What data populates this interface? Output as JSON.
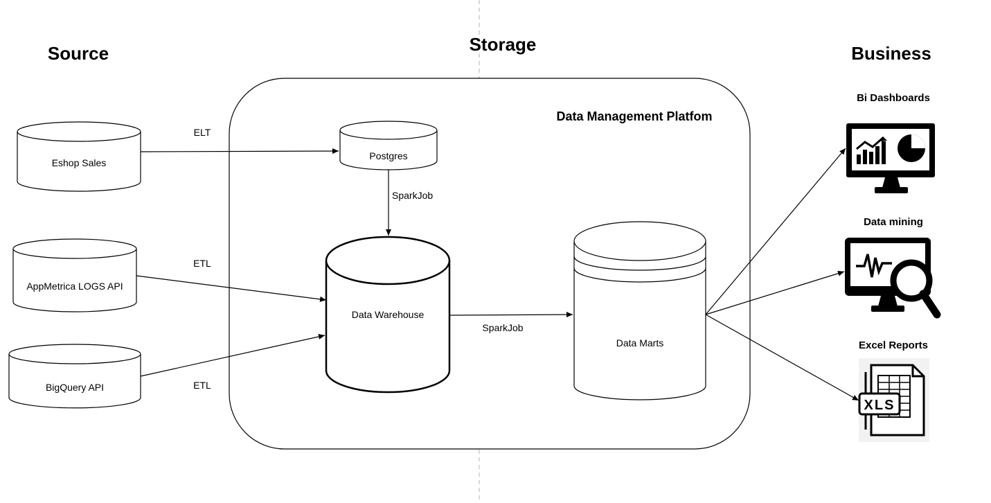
{
  "columns": {
    "source": "Source",
    "storage": "Storage",
    "business": "Business"
  },
  "platform": {
    "label": "Data Management Platfom"
  },
  "sources": [
    {
      "label": "Eshop Sales"
    },
    {
      "label": "AppMetrica LOGS API"
    },
    {
      "label": "BigQuery API"
    }
  ],
  "storage_nodes": {
    "postgres": "Postgres",
    "warehouse": "Data Warehouse",
    "marts": "Data Marts"
  },
  "edges": {
    "elt": "ELT",
    "etl_appmetrica": "ETL",
    "etl_bigquery": "ETL",
    "sparkjob_postgres": "SparkJob",
    "sparkjob_warehouse": "SparkJob"
  },
  "business": [
    {
      "label": "Bi Dashboards",
      "icon": "dashboard-monitor-icon"
    },
    {
      "label": "Data mining",
      "icon": "data-mining-monitor-icon"
    },
    {
      "label": "Excel Reports",
      "icon": "xls-file-icon"
    }
  ],
  "colors": {
    "stroke": "#000000",
    "background": "#ffffff",
    "divider": "#b3b3b3"
  }
}
